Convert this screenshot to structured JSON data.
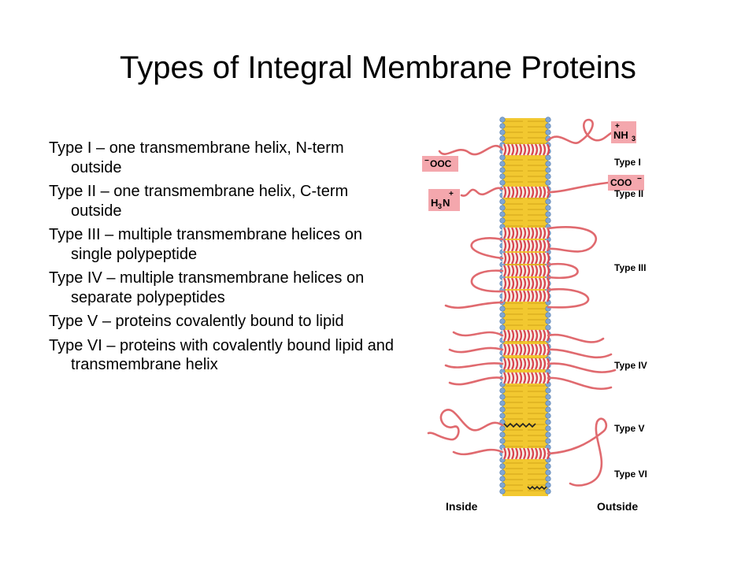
{
  "slide": {
    "title": "Types of Integral Membrane Proteins",
    "items": [
      "Type I – one transmembrane helix, N-term outside",
      "Type II – one transmembrane helix, C-term outside",
      "Type III – multiple transmembrane helices on single polypeptide",
      "Type IV – multiple transmembrane helices on separate polypeptides",
      "Type V – proteins covalently bound to lipid",
      "Type VI – proteins with covalently bound lipid and transmembrane helix"
    ]
  },
  "figure": {
    "type_labels": [
      "Type I",
      "Type II",
      "Type III",
      "Type IV",
      "Type V",
      "Type VI"
    ],
    "terminals": {
      "nh3": "NH",
      "nh3_sub": "3",
      "nh3_charge": "+",
      "ooc": "OOC",
      "ooc_charge": "−",
      "coo": "COO",
      "coo_charge": "−",
      "h3n": "H",
      "h3n_sub": "3",
      "h3n_n": "N",
      "h3n_charge": "+"
    },
    "side_inside": "Inside",
    "side_outside": "Outside",
    "colors": {
      "membrane": "#f2c830",
      "lipid_head": "#7fa7d6",
      "helix": "#d9454f",
      "chain": "#e06a6f",
      "terminal_box": "#f4a7ad"
    }
  }
}
